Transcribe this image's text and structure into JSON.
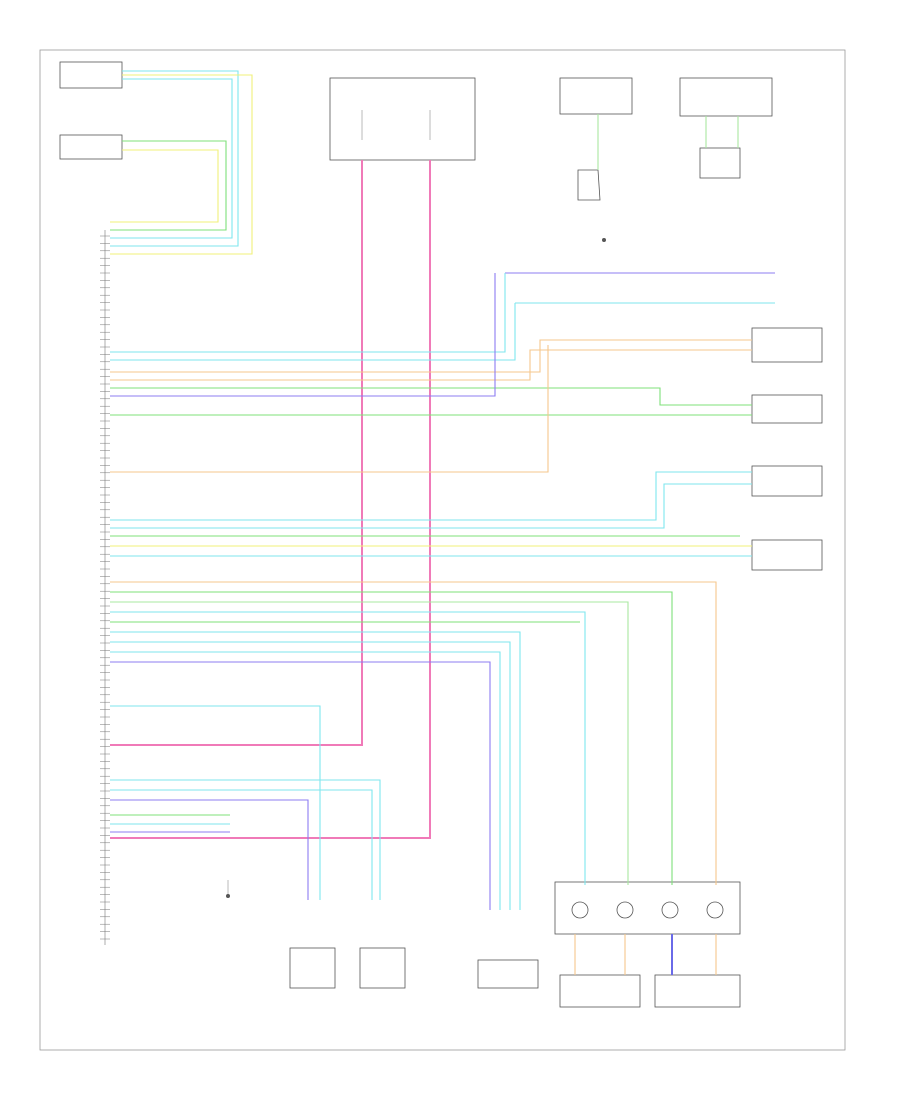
{
  "figure_code": "",
  "colors": {
    "cyan": "#7fe6ee",
    "green": "#7fe07a",
    "yellow": "#f0f07a",
    "orange": "#f6c78c",
    "violet": "#8c7cf2",
    "pink": "#f07ab8",
    "lightgreen": "#a8e8a0",
    "olive": "#b4c850",
    "blue": "#6a6ae8"
  },
  "components": [
    {
      "id": "top-left-sensor"
    },
    {
      "id": "second-left-sensor"
    },
    {
      "id": "fuse-box"
    },
    {
      "id": "top-center-switch"
    },
    {
      "id": "top-right-module"
    },
    {
      "id": "right-box-1"
    },
    {
      "id": "right-box-2"
    },
    {
      "id": "right-box-3"
    },
    {
      "id": "right-box-4"
    },
    {
      "id": "bottom-right-module"
    },
    {
      "id": "bottom-right-conn-1"
    },
    {
      "id": "bottom-right-conn-2"
    },
    {
      "id": "bottom-left-conn-1"
    },
    {
      "id": "bottom-left-conn-2"
    },
    {
      "id": "bottom-center-conn"
    },
    {
      "id": "ground-1"
    },
    {
      "id": "ground-2"
    }
  ]
}
